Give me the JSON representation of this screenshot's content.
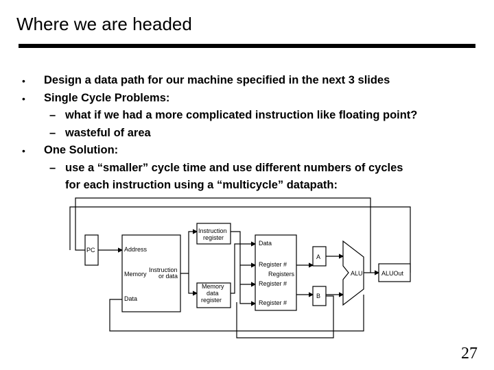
{
  "slide": {
    "title": "Where we are headed",
    "page_number": "27"
  },
  "bullets": [
    {
      "marker": "•",
      "text": "Design a data path for our machine specified in the next 3 slides"
    },
    {
      "marker": "•",
      "text": "Single Cycle Problems:"
    },
    {
      "marker": "–",
      "text": "what if we had a more complicated instruction like floating point?"
    },
    {
      "marker": "–",
      "text": "wasteful of area"
    },
    {
      "marker": "•",
      "text": "One Solution:"
    },
    {
      "marker": "–",
      "text": "use a “smaller” cycle time and use different numbers of cycles"
    },
    {
      "marker": "",
      "text": "for each instruction using a “multicycle” datapath:"
    }
  ],
  "diagram": {
    "pc": "PC",
    "memory": {
      "address": "Address",
      "memory": "Memory",
      "data": "Data",
      "instr_or_data_1": "Instruction",
      "instr_or_data_2": "or data"
    },
    "instruction_register": {
      "line1": "Instruction",
      "line2": "register"
    },
    "memory_data_register": {
      "line1": "Memory",
      "line2": "data",
      "line3": "register"
    },
    "registers": {
      "data": "Data",
      "reg1": "Register #",
      "registers": "Registers",
      "reg2": "Register #",
      "reg3": "Register #"
    },
    "a": "A",
    "b": "B",
    "alu": "ALU",
    "aluout": "ALUOut"
  }
}
